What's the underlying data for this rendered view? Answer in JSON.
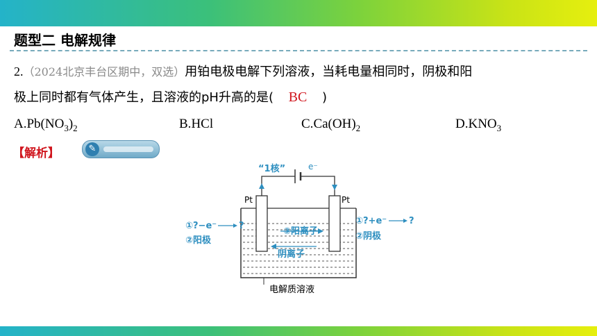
{
  "title": "题型二  电解规律",
  "question": {
    "number": "2.",
    "source": "（2024北京丰台区期中，双选）",
    "stem_line1": "用铂电极电解下列溶液，当耗电量相同时，阴极和阳",
    "stem_line2": "极上同时都有气体产生，且溶液的pH升高的是(",
    "answer": "BC",
    "close_paren": ")"
  },
  "options": [
    {
      "letter": "A.",
      "formula": "Pb(NO",
      "sub": "3",
      "tail": ")",
      "sub2": "2"
    },
    {
      "letter": "B.",
      "formula": "HCl",
      "sub": "",
      "tail": "",
      "sub2": ""
    },
    {
      "letter": "C.",
      "formula": "Ca(OH)",
      "sub": "2",
      "tail": "",
      "sub2": ""
    },
    {
      "letter": "D.",
      "formula": "KNO",
      "sub": "3",
      "tail": "",
      "sub2": ""
    }
  ],
  "analysis_label": "【解析】",
  "diagram": {
    "battery_label": "“1核”",
    "electron_label": "e⁻",
    "left_electrode": "Pt",
    "right_electrode": "Pt",
    "left_step1": "①?−e⁻",
    "left_step1_q": "?",
    "left_step2": "②阳极",
    "right_step1": "①?+e⁻",
    "right_step1_q": "?",
    "right_step2": "②阴极",
    "cation_label": "③阳离子",
    "anion_label": "阴离子",
    "solution_label": "电解质溶液"
  },
  "colors": {
    "accent_red": "#d0161e",
    "diagram_blue": "#2e8fc0",
    "source_gray": "#8a8a8a"
  }
}
